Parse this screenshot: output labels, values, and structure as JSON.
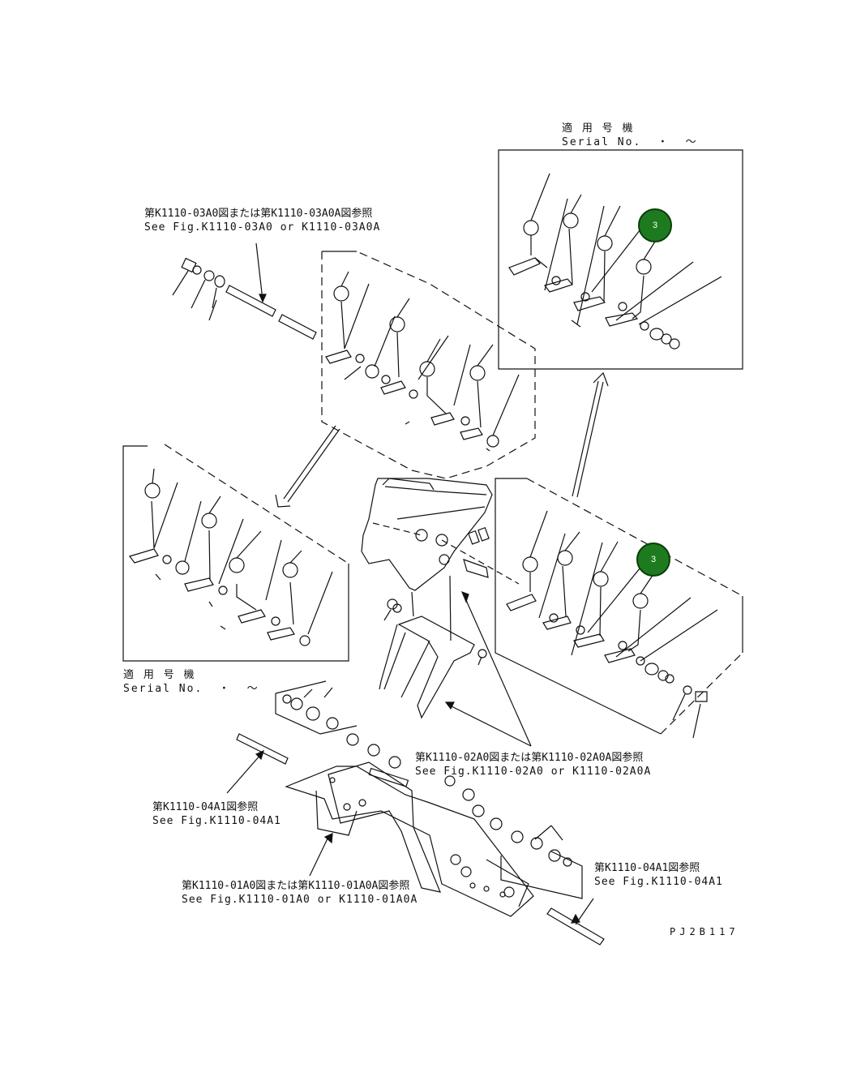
{
  "callouts": [
    {
      "number": "3"
    },
    {
      "number": "3"
    }
  ],
  "labels": {
    "top_right_serial_jp": "適 用 号 機",
    "top_right_serial_en": "Serial No.  ・  〜",
    "ref_03_jp": "第K1110-03A0図または第K1110-03A0A図参照",
    "ref_03_en": "See Fig.K1110-03A0 or K1110-03A0A",
    "left_serial_jp": "適 用 号 機",
    "left_serial_en": "Serial No.  ・  〜",
    "ref_02_jp": "第K1110-02A0図または第K1110-02A0A図参照",
    "ref_02_en": "See Fig.K1110-02A0 or K1110-02A0A",
    "ref_04_left_jp": "第K1110-04A1図参照",
    "ref_04_left_en": "See Fig.K1110-04A1",
    "ref_04_right_jp": "第K1110-04A1図参照",
    "ref_04_right_en": "See Fig.K1110-04A1",
    "ref_01_jp": "第K1110-01A0図または第K1110-01A0A図参照",
    "ref_01_en": "See Fig.K1110-01A0 or K1110-01A0A",
    "drawing_code": "PJ2B117"
  },
  "colors": {
    "line": "#111111",
    "callout_fill": "#1e7a1e",
    "callout_border": "#0b3d0b"
  }
}
